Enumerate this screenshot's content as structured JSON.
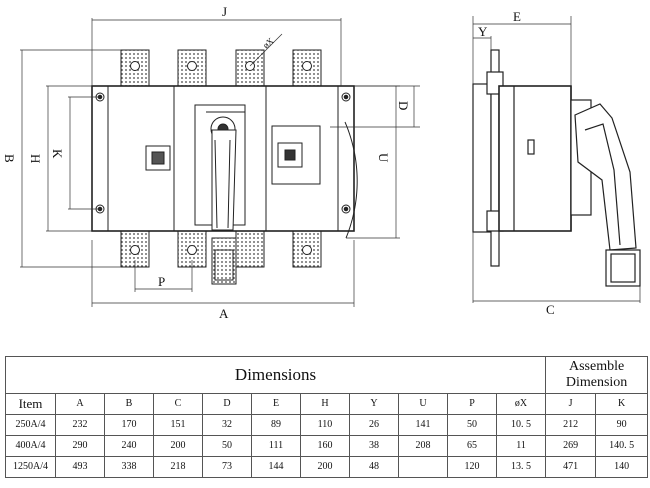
{
  "drawing": {
    "front_labels": {
      "J": "J",
      "B": "B",
      "H": "H",
      "K": "K",
      "D": "D",
      "U": "U",
      "P": "P",
      "A": "A",
      "phiX": "øX"
    },
    "side_labels": {
      "E": "E",
      "Y": "Y",
      "C": "C"
    }
  },
  "table": {
    "title": "Dimensions",
    "assemble_title": "Assemble Dimension",
    "item_header": "Item",
    "columns": [
      "A",
      "B",
      "C",
      "D",
      "E",
      "H",
      "Y",
      "U",
      "P",
      "øX",
      "J",
      "K"
    ],
    "rows": [
      {
        "item": "250A/4",
        "values": [
          "232",
          "170",
          "151",
          "32",
          "89",
          "110",
          "26",
          "141",
          "50",
          "10. 5",
          "212",
          "90"
        ]
      },
      {
        "item": "400A/4",
        "values": [
          "290",
          "240",
          "200",
          "50",
          "111",
          "160",
          "38",
          "208",
          "65",
          "11",
          "269",
          "140. 5"
        ]
      },
      {
        "item": "1250A/4",
        "values": [
          "493",
          "338",
          "218",
          "73",
          "144",
          "200",
          "48",
          "",
          "120",
          "13. 5",
          "471",
          "140"
        ]
      }
    ]
  }
}
